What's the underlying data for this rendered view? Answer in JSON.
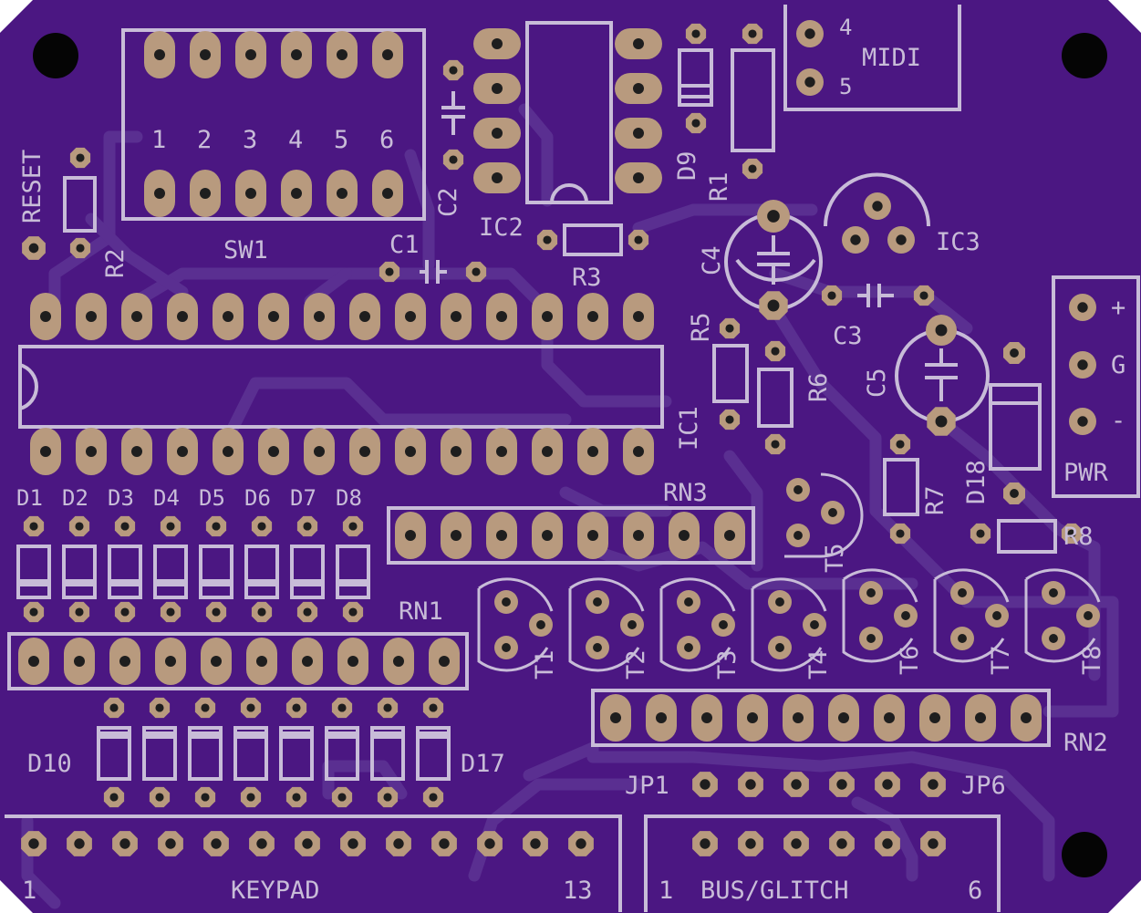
{
  "board": {
    "board_color": "#4b1782",
    "silk_color": "#c8bcd8",
    "pad_color": "#b89a7e"
  },
  "labels": {
    "reset": "RESET",
    "r2": "R2",
    "sw1": "SW1",
    "sw1_pins": [
      "1",
      "2",
      "3",
      "4",
      "5",
      "6"
    ],
    "c1": "C1",
    "c2": "C2",
    "ic2": "IC2",
    "r3": "R3",
    "d9": "D9",
    "r1": "R1",
    "midi": "MIDI",
    "midi_pin_top": "4",
    "midi_pin_bottom": "5",
    "c4": "C4",
    "ic3": "IC3",
    "c3": "C3",
    "r5": "R5",
    "r6": "R6",
    "c5": "C5",
    "pwr": "PWR",
    "pwr_plus": "+",
    "pwr_g": "G",
    "pwr_minus": "-",
    "ic1": "IC1",
    "d18": "D18",
    "r7": "R7",
    "r8": "R8",
    "rn3": "RN3",
    "rn1": "RN1",
    "rn2": "RN2",
    "d_top": [
      "D1",
      "D2",
      "D3",
      "D4",
      "D5",
      "D6",
      "D7",
      "D8"
    ],
    "transistors": [
      "T1",
      "T2",
      "T3",
      "T4",
      "T5",
      "T6",
      "T7",
      "T8"
    ],
    "d10": "D10",
    "d17": "D17",
    "jp1": "JP1",
    "jp6": "JP6",
    "keypad": "KEYPAD",
    "keypad_first": "1",
    "keypad_last": "13",
    "bus": "BUS/GLITCH",
    "bus_first": "1",
    "bus_last": "6"
  }
}
